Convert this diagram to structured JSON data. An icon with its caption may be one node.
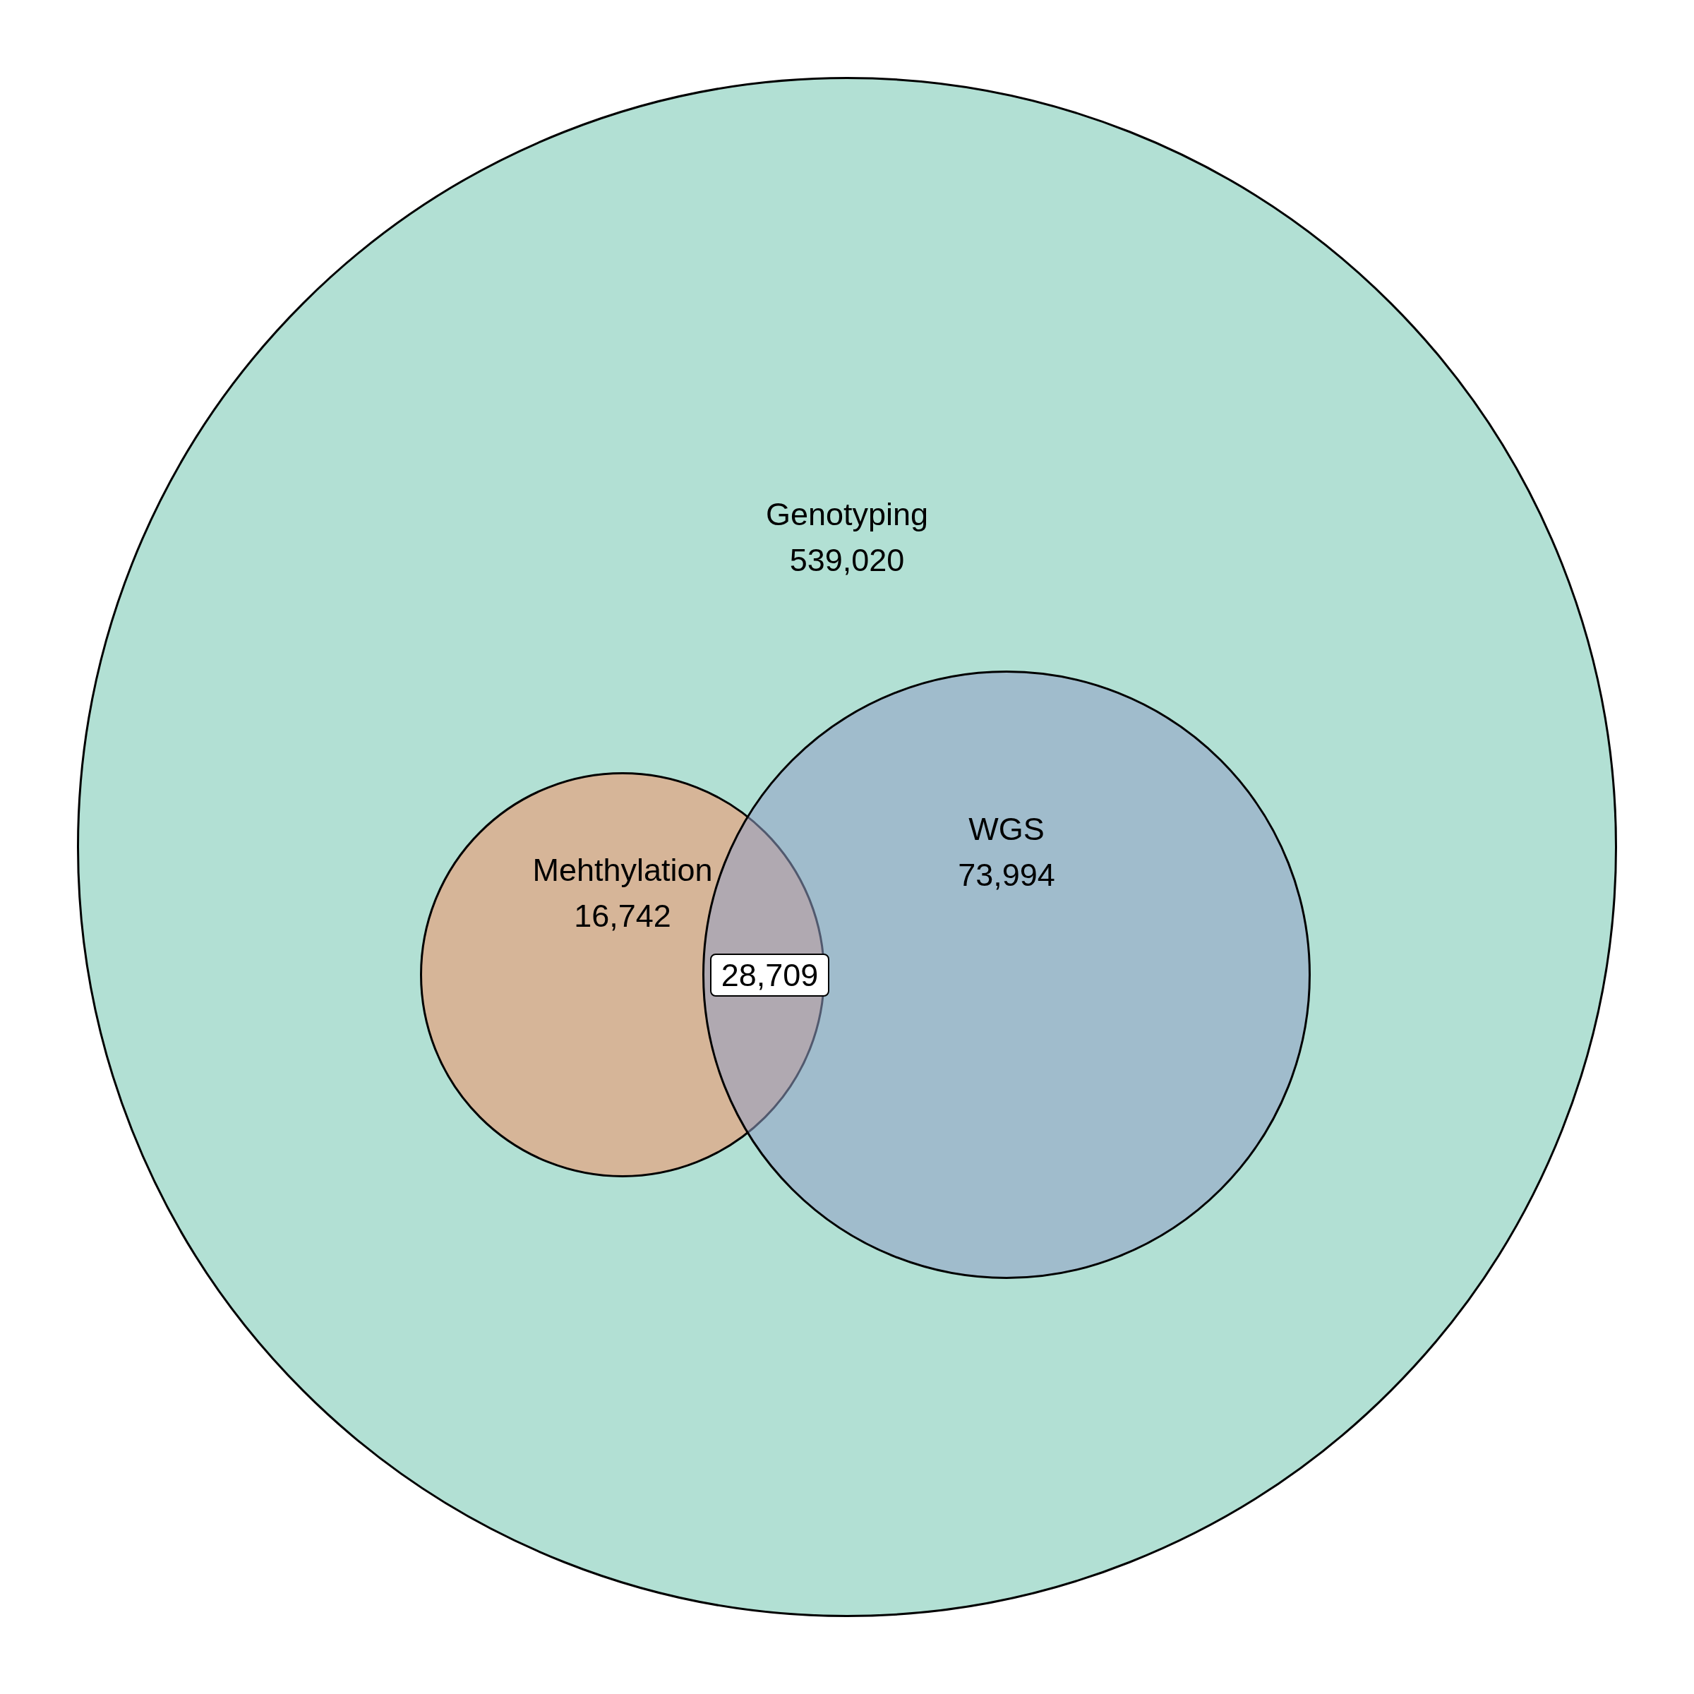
{
  "diagram": {
    "nodes": [
      {
        "text": [
          "Genotyping",
          "539,020"
        ]
      },
      {
        "text": [
          "Mehthylation",
          "16,742"
        ],
        "in": 0
      },
      {
        "text": [
          "WGS",
          "73,994"
        ],
        "in": 0
      },
      {
        "text": [
          "28,709"
        ]
      }
    ]
  }
}
